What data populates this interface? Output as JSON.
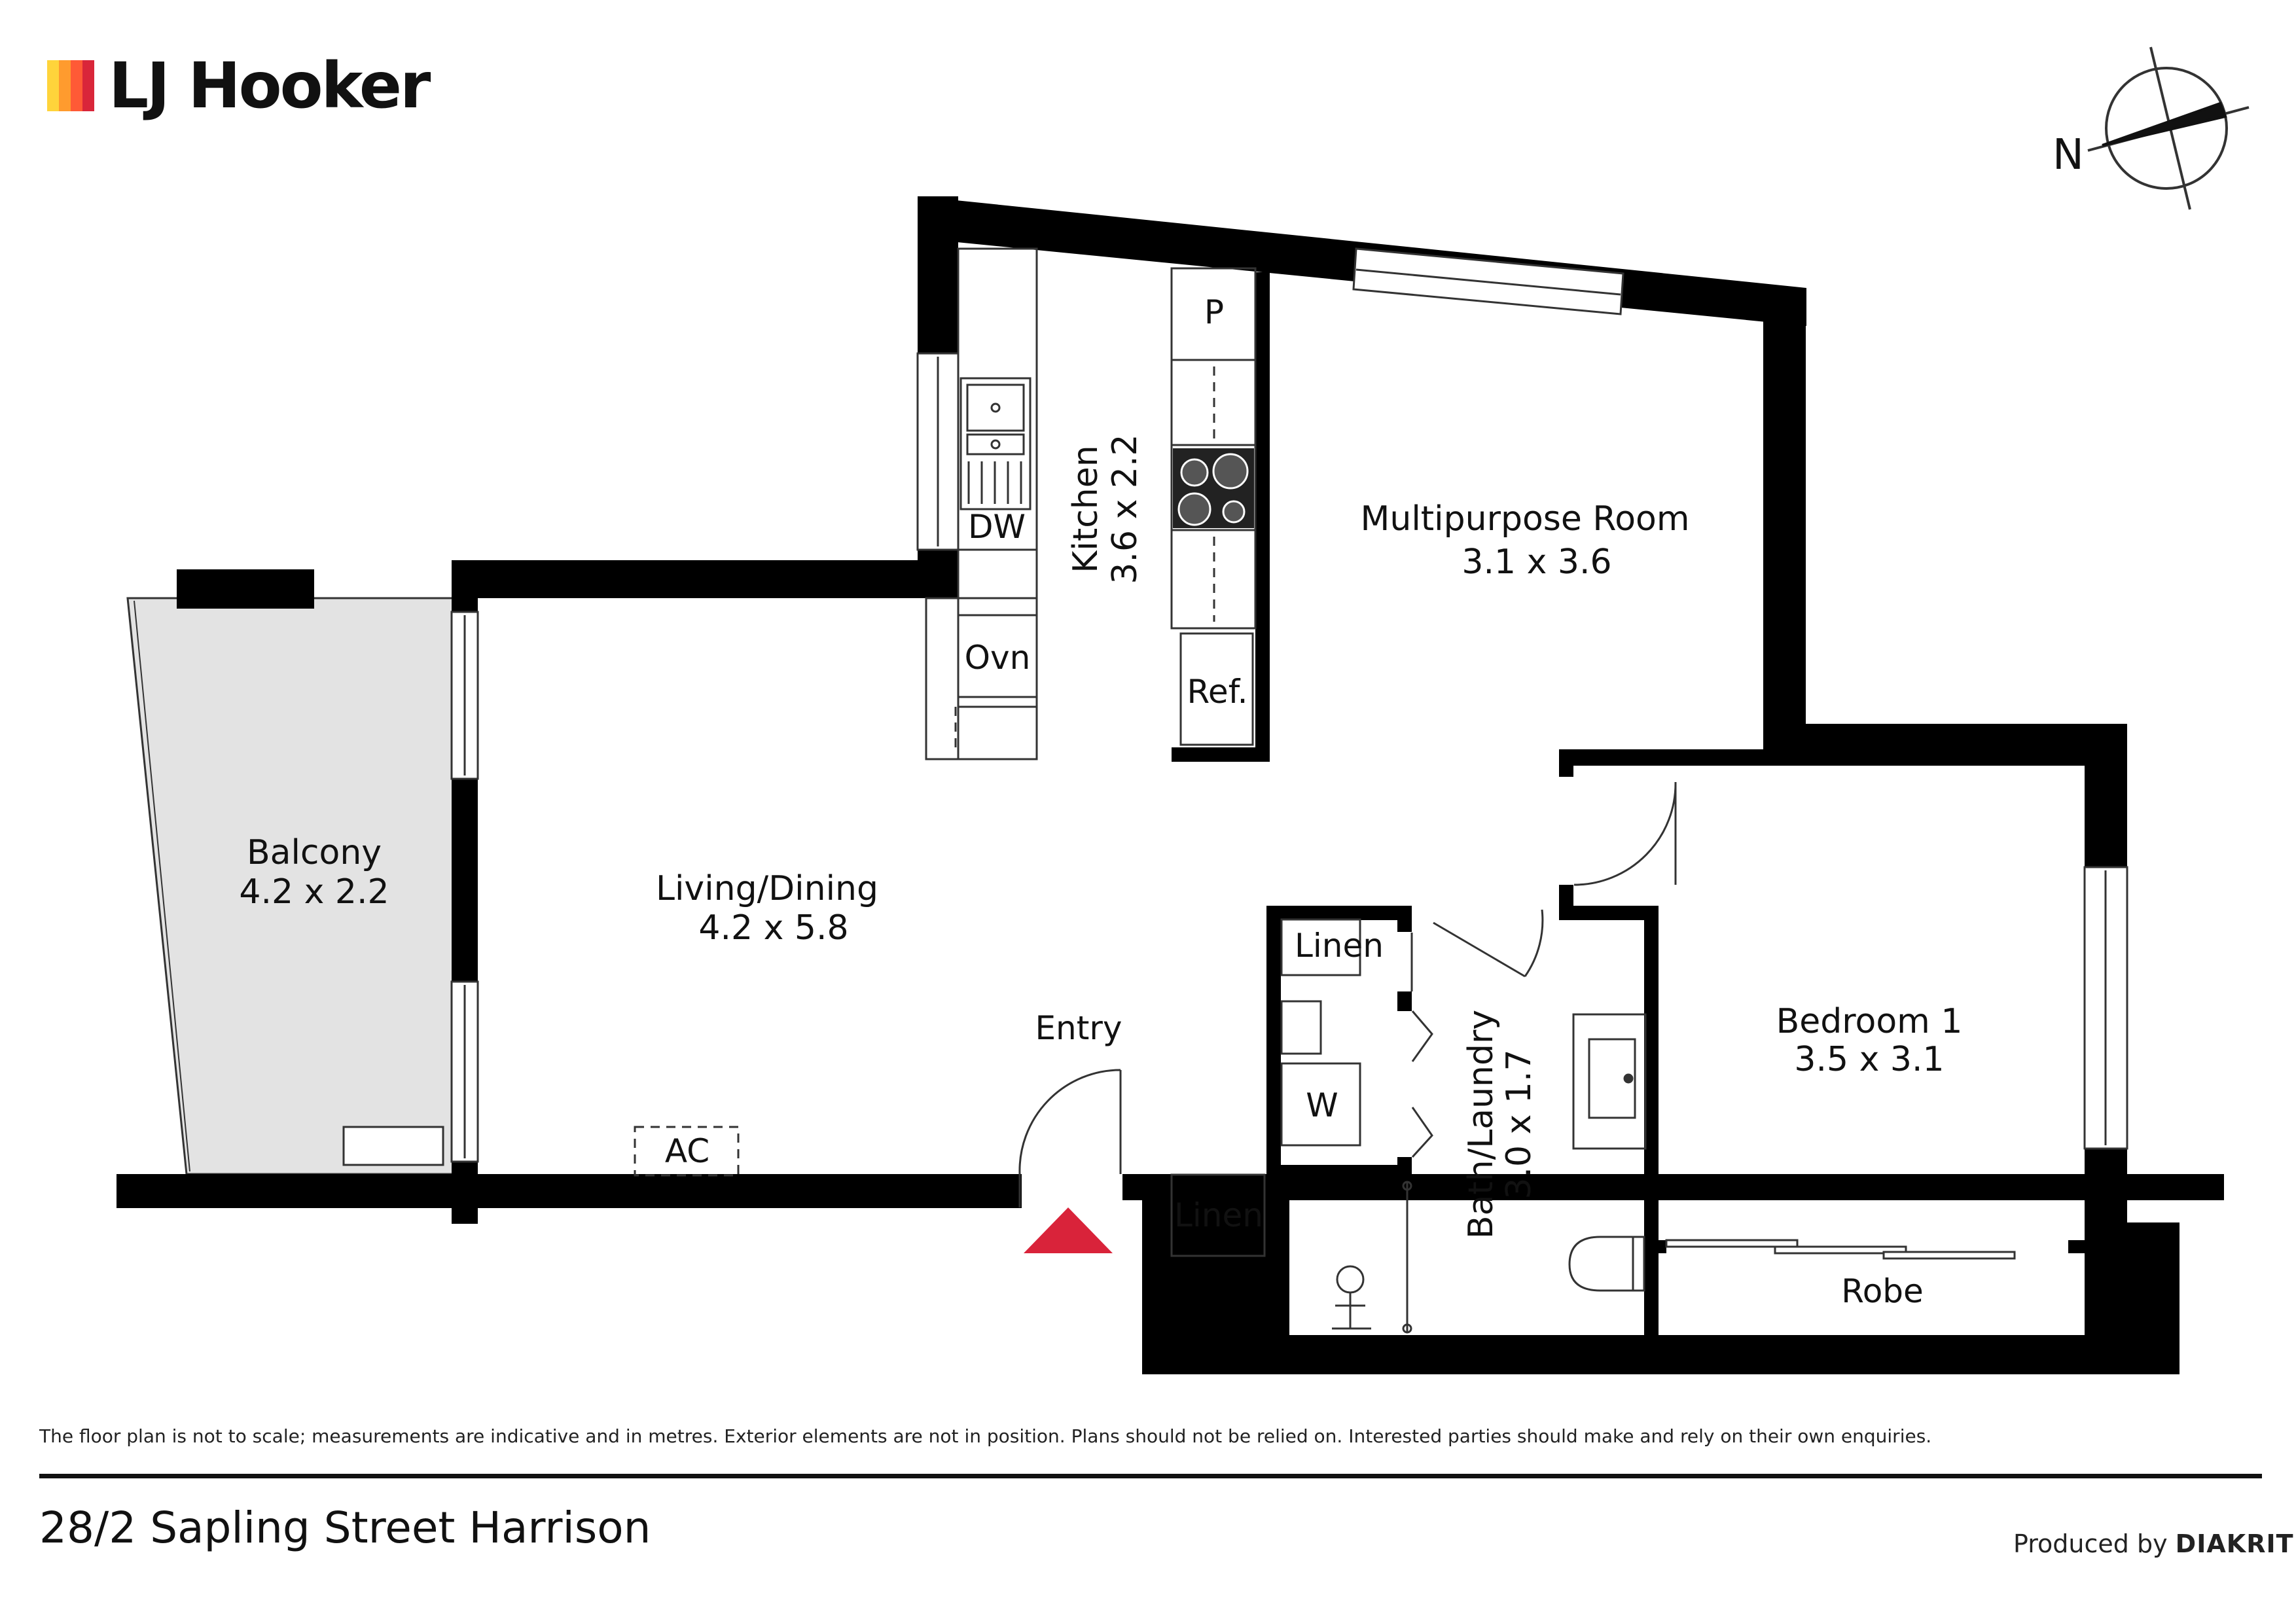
{
  "brand": {
    "name": "LJ Hooker",
    "colors": [
      "#ffd43b",
      "#ff9b2e",
      "#ff5a36",
      "#d9263a"
    ]
  },
  "compass": {
    "label": "N"
  },
  "rooms": {
    "balcony": {
      "name": "Balcony",
      "size": "4.2 x 2.2"
    },
    "living": {
      "name": "Living/Dining",
      "size": "4.2 x 5.8"
    },
    "kitchen": {
      "name": "Kitchen",
      "size": "3.6 x 2.2"
    },
    "multipurpose": {
      "name": "Multipurpose Room",
      "size": "3.1 x 3.6"
    },
    "bedroom": {
      "name": "Bedroom 1",
      "size": "3.5 x 3.1"
    },
    "bath": {
      "name": "Bath/Laundry",
      "size": "3.0 x 1.7"
    }
  },
  "fixtures": {
    "pantry": "P",
    "dishwasher": "DW",
    "oven": "Ovn",
    "fridge": "Ref.",
    "linen_hall": "Linen",
    "linen_entry": "Linen",
    "washer": "W",
    "robe": "Robe",
    "aircon": "AC",
    "entry": "Entry"
  },
  "colors": {
    "wall": "#000000",
    "balcony_fill": "#e3e3e3",
    "entry_marker": "#d9233a"
  },
  "footer": {
    "disclaimer": "The floor plan is not to scale; measurements are indicative and in metres. Exterior elements are not in position. Plans should not be relied on. Interested parties should make and rely on their own enquiries.",
    "address": "28/2 Sapling Street Harrison",
    "produced_by": "Produced by",
    "producer": "DIAKRIT"
  }
}
